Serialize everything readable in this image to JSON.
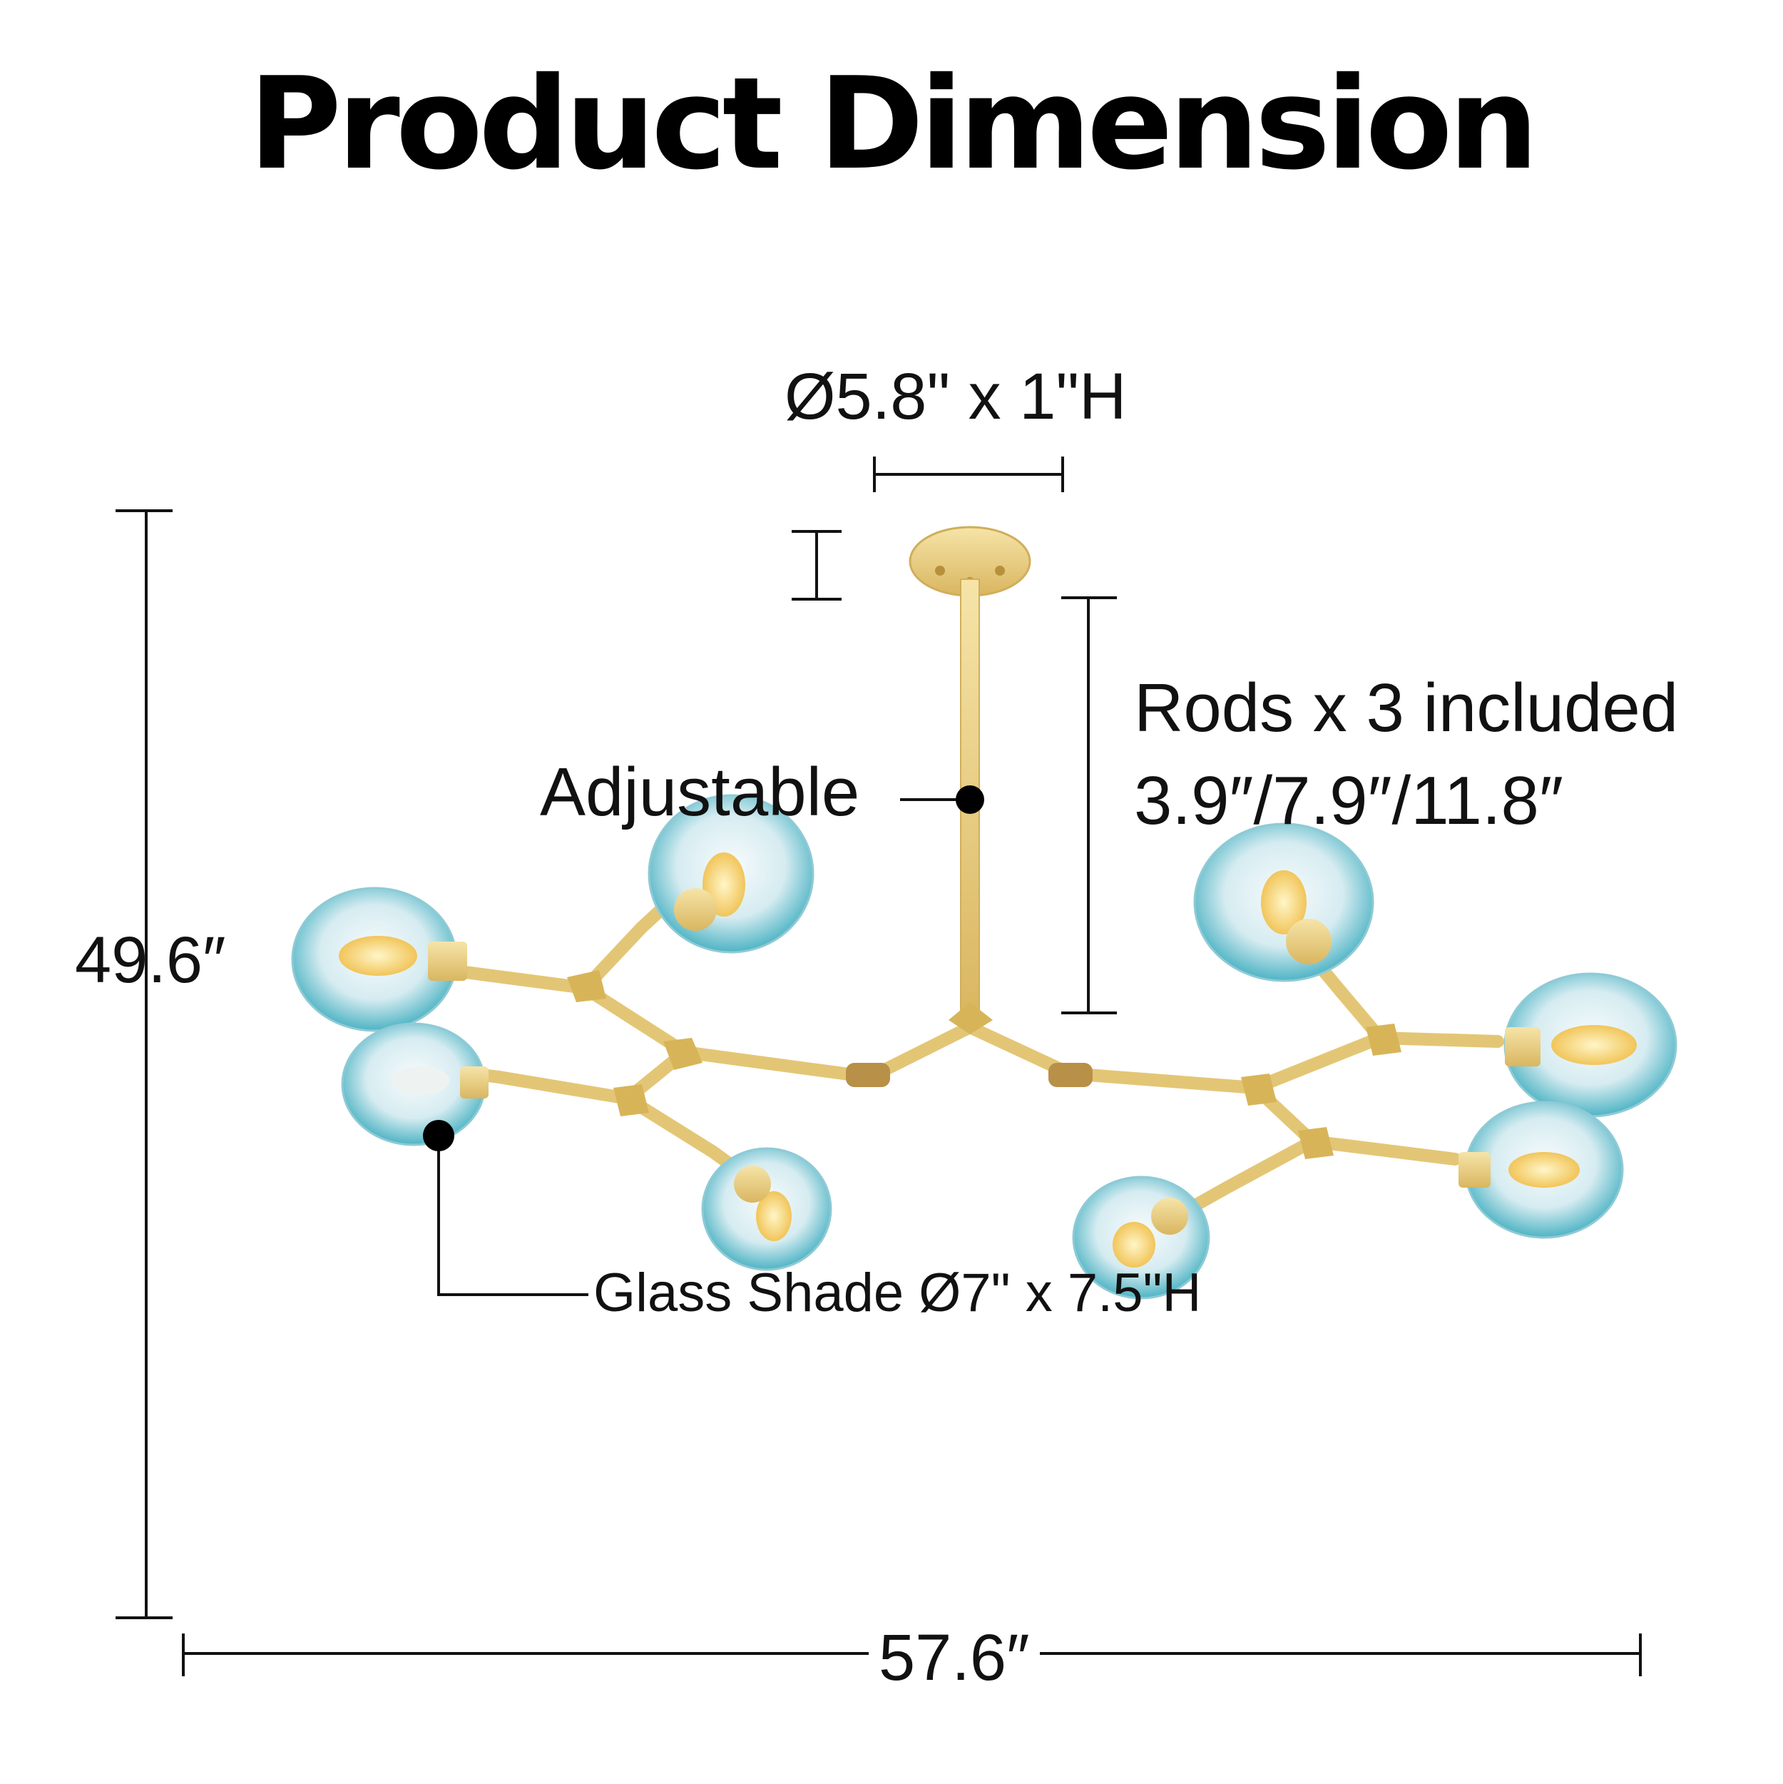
{
  "title": "Product Dimension",
  "dimensions": {
    "canopy": "Ø5.8\" x 1\"H",
    "rods_heading": "Rods x 3 included",
    "rods_sizes": "3.9″/7.9″/11.8″",
    "adjustable": "Adjustable",
    "glass_shade": "Glass Shade Ø7\" x 7.5\"H",
    "overall_height": "49.6″",
    "overall_width": "57.6″"
  },
  "colors": {
    "line": "#111111",
    "brass": "#e9cf7e",
    "brass_dark": "#c9a44a",
    "glass_teal": "#3fb3c4",
    "glass_light": "#dfeff3"
  }
}
